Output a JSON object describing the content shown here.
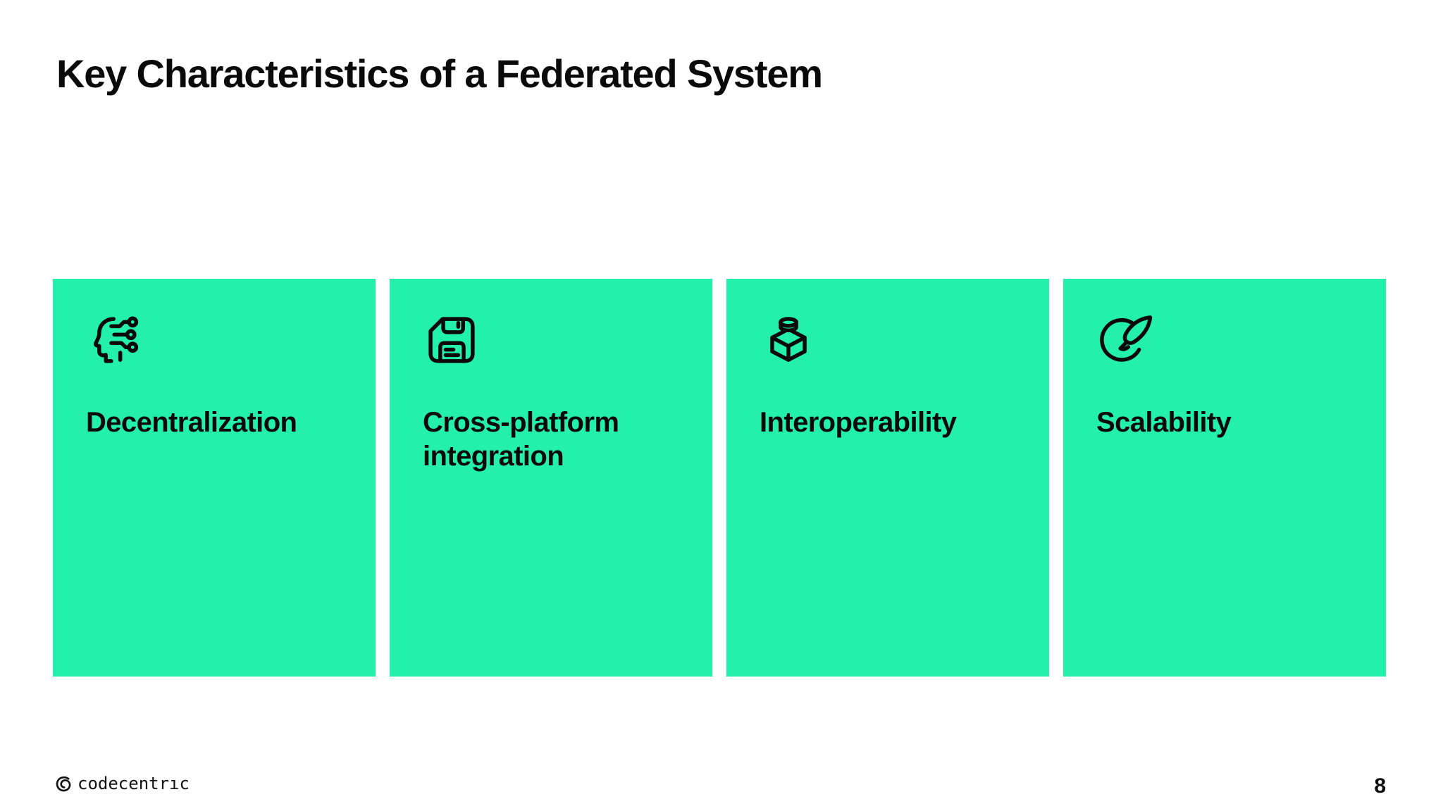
{
  "slide": {
    "title": "Key Characteristics of a Federated System",
    "cards": [
      {
        "label": "Decentralization",
        "icon": "ai-head-circuit-icon"
      },
      {
        "label": "Cross-platform integration",
        "icon": "floppy-disk-icon"
      },
      {
        "label": "Interoperability",
        "icon": "building-block-icon"
      },
      {
        "label": "Scalability",
        "icon": "rocket-icon"
      }
    ],
    "footer": {
      "logo_text": "codecentrıc",
      "page_number": "8"
    },
    "colors": {
      "card_background": "#23F0AA",
      "text": "#0A0A0A",
      "background": "#FFFFFF"
    }
  }
}
